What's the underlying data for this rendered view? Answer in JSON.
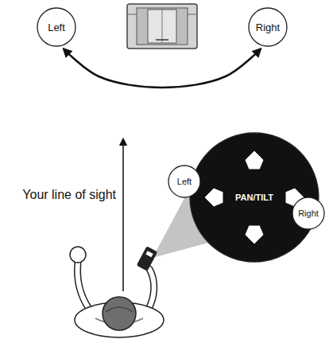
{
  "diagram": {
    "nodes": [
      {
        "text": [
          "Left"
        ]
      },
      {
        "text": [
          "Right"
        ]
      },
      {
        "text": [
          "Left"
        ]
      },
      {
        "text": [
          "PAN/TILT"
        ]
      },
      {
        "text": [
          "Right"
        ]
      }
    ],
    "edges": [
      {
        "from": 0,
        "to": 1,
        "arrow": "both"
      }
    ],
    "labels": [
      "Your line of sight"
    ]
  }
}
